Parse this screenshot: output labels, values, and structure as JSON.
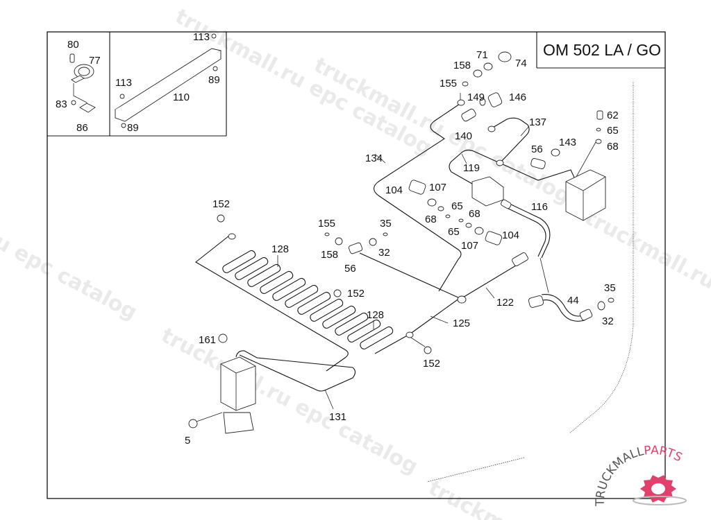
{
  "diagram": {
    "title": "OM 502 LA / GO",
    "inset_left_labels": [
      "80",
      "77",
      "83",
      "86"
    ],
    "inset_right_labels": [
      "113",
      "113",
      "110",
      "89",
      "89"
    ],
    "callouts": {
      "c158a": "158",
      "c71": "71",
      "c74": "74",
      "c155a": "155",
      "c149": "149",
      "c146": "146",
      "c140": "140",
      "c137": "137",
      "c62": "62",
      "c65a": "65",
      "c68a": "68",
      "c143": "143",
      "c56a": "56",
      "c134": "134",
      "c119": "119",
      "c104a": "104",
      "c107a": "107",
      "c65b": "65",
      "c68b": "68",
      "c116": "116",
      "c68c": "68",
      "c65c": "65",
      "c107b": "107",
      "c104b": "104",
      "c152a": "152",
      "c155b": "155",
      "c35a": "35",
      "c128a": "128",
      "c158b": "158",
      "c32a": "32",
      "c56b": "56",
      "c152b": "152",
      "c122": "122",
      "c44": "44",
      "c35b": "35",
      "c32b": "32",
      "c128b": "128",
      "c125": "125",
      "c161": "161",
      "c152c": "152",
      "c131": "131",
      "c5": "5"
    }
  },
  "watermarks": [
    "truckmall.ru epc catalog",
    "truckmall.ru epc catalog",
    "u epc catalog",
    "truckmall.ru epc catalog",
    "truckmall.ru",
    "truckm"
  ],
  "brand": {
    "name_dark": "TRUCKMALL",
    "name_accent": "PARTS",
    "accent_color": "#e0406a",
    "dark_color": "#555555"
  }
}
